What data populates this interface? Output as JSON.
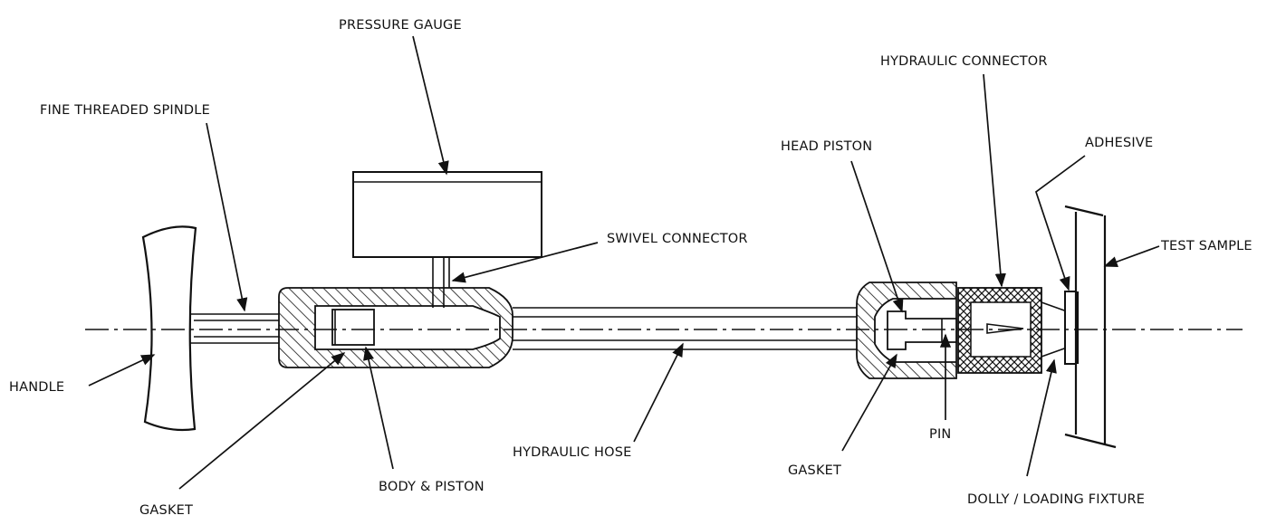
{
  "labels": {
    "pressure_gauge": "PRESSURE GAUGE",
    "hydraulic_connector": "HYDRAULIC CONNECTOR",
    "fine_threaded_spindle": "FINE THREADED SPINDLE",
    "head_piston": "HEAD PISTON",
    "adhesive": "ADHESIVE",
    "swivel_connector": "SWIVEL CONNECTOR",
    "test_sample": "TEST SAMPLE",
    "handle": "HANDLE",
    "hydraulic_hose": "HYDRAULIC HOSE",
    "pin": "PIN",
    "gasket_right": "GASKET",
    "body_piston": "BODY & PISTON",
    "gasket_left": "GASKET",
    "dolly_loading_fixture": "DOLLY / LOADING FIXTURE"
  }
}
